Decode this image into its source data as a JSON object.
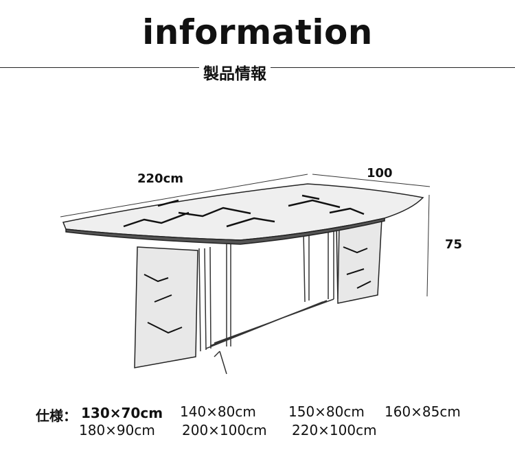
{
  "header": {
    "title": "information",
    "subtitle": "製品情報"
  },
  "dimensions": {
    "length": "220cm",
    "width": "100",
    "height": "75"
  },
  "specs": {
    "label": "仕様：",
    "sizes": [
      "130×70cm",
      "140×80cm",
      "150×80cm",
      "160×85cm",
      "180×90cm",
      "200×100cm",
      "220×100cm"
    ]
  }
}
